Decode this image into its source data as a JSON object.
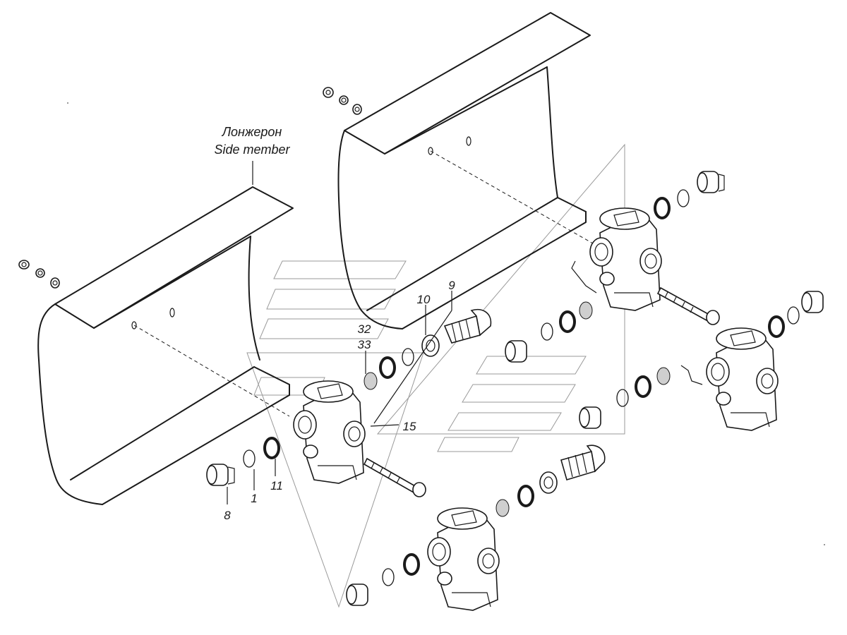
{
  "caption": {
    "line_ru": "Лонжерон",
    "line_en": "Side member"
  },
  "callouts": [
    {
      "id": "c32",
      "text": "32"
    },
    {
      "id": "c33",
      "text": "33"
    },
    {
      "id": "c10",
      "text": "10"
    },
    {
      "id": "c9",
      "text": "9"
    },
    {
      "id": "c15",
      "text": "15"
    },
    {
      "id": "c8",
      "text": "8"
    },
    {
      "id": "c1",
      "text": "1"
    },
    {
      "id": "c11",
      "text": "11"
    }
  ],
  "colors": {
    "line": "#1a1a1a",
    "watermark": "#9a9a9a",
    "gasket": "#cfcfcf",
    "background": "#ffffff"
  }
}
